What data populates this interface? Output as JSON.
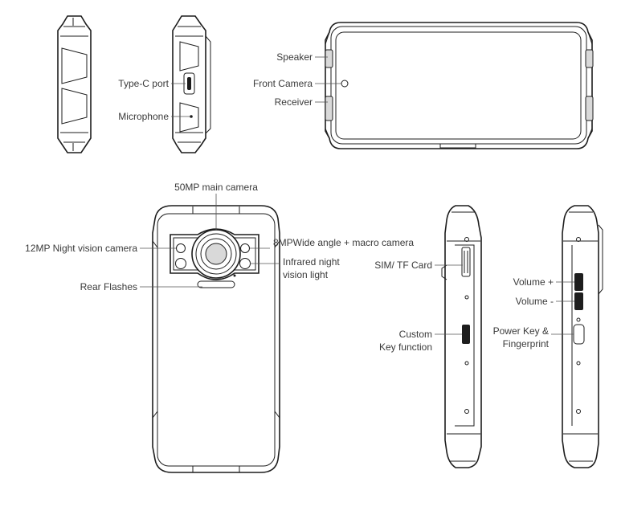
{
  "labels": {
    "type_c_port": "Type-C port",
    "microphone": "Microphone",
    "speaker": "Speaker",
    "front_camera": "Front Camera",
    "receiver": "Receiver",
    "main_camera": "50MP main camera",
    "night_vision_camera": "12MP Night vision camera",
    "wide_angle_camera": "8MPWide angle + macro camera",
    "infrared_line1": "Infrared night",
    "infrared_line2": "vision light",
    "rear_flashes": "Rear Flashes",
    "sim_card": "SIM/ TF Card",
    "custom_key_line1": "Custom",
    "custom_key_line2": "Key function",
    "volume_up": "Volume +",
    "volume_down": "Volume -",
    "power_key_line1": "Power Key &",
    "power_key_line2": "Fingerprint"
  }
}
